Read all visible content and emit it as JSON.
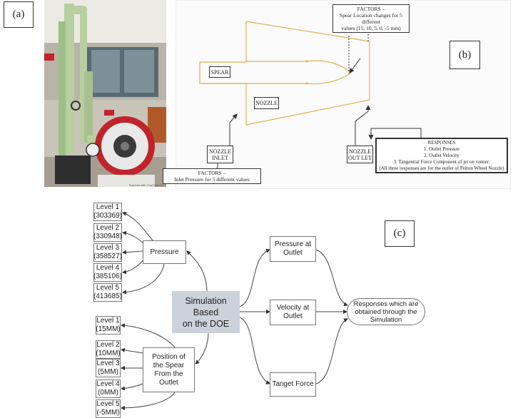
{
  "panels": {
    "a": "(a)",
    "b": "(b)",
    "c": "(c)"
  },
  "photo": {
    "scanner_note": "Scanned with CamScanner"
  },
  "schematic": {
    "factors_top": "FACTORS –\nSpear Location changes for 5 different\nvalues (15, 10, 5, 0, -5 mm)",
    "spear": "SPEAR",
    "nozzle": "NOZZLE",
    "nozzle_inlet": "NOZZLE\nINLET",
    "nozzle_outlet": "NOZZLE\nOUT LET",
    "factors_bottom": "FACTORS –\nInlet Pressure for 5 different values",
    "responses": "RESPONSES\n1. Outlet Pressure\n2. Outlet Velocity\n3. Tangential Force Component of jet on runner.\n(All three responses are for the outlet of Pelton Wheel Nozzle)"
  },
  "flow": {
    "center": "Simulation Based\non the DOE",
    "pressure": "Pressure",
    "position": "Position of\nthe Spear\nFrom the\nOutlet",
    "pressure_levels": [
      "Level 1\n(303369)",
      "Level 2\n(330948)",
      "Level 3\n(358527)",
      "Level 4\n(385106)",
      "Level 5\n(413685)"
    ],
    "position_levels": [
      "Level 1\n(15MM)",
      "Level 2\n(10MM)",
      "Level 3\n(5MM)",
      "Level 4\n(0MM)",
      "Level 5\n(-5MM)"
    ],
    "pressure_outlet": "Pressure at\nOutlet",
    "velocity_outlet": "Velocity at\nOutlet",
    "target_force": "Tanget Force",
    "responses": "Responses which are\nobtained through the\nSimulation"
  },
  "colors": {
    "center_fill": "#ccd2db",
    "nozzle_outline": "#e0b050",
    "pelton_red": "#c0242b",
    "frame_green": "#b8cfa0"
  }
}
